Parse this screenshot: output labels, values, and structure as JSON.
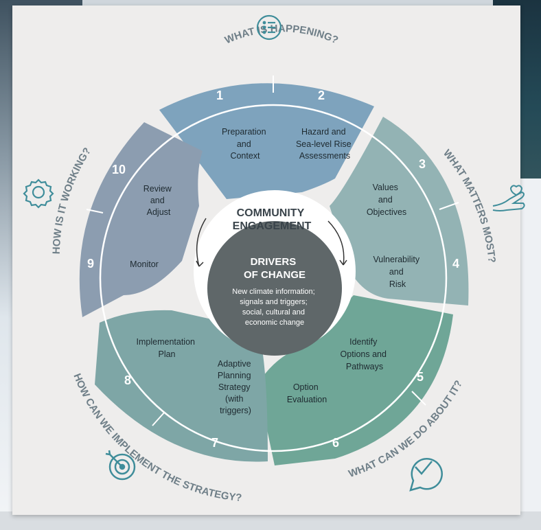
{
  "questions": {
    "happening": "WHAT IS HAPPENING?",
    "matters": "WHAT MATTERS MOST?",
    "do_about": "WHAT CAN WE DO ABOUT IT?",
    "implement": "HOW CAN WE IMPLEMENT THE STRATEGY?",
    "working": "HOW IS IT WORKING?"
  },
  "steps": {
    "s1": "1",
    "s2": "2",
    "s3": "3",
    "s4": "4",
    "s5": "5",
    "s6": "6",
    "s7": "7",
    "s8": "8",
    "s9": "9",
    "s10": "10"
  },
  "sections": {
    "prep": [
      "Preparation",
      "and",
      "Context"
    ],
    "hazard": [
      "Hazard and",
      "Sea-level Rise",
      "Assessments"
    ],
    "values": [
      "Values",
      "and",
      "Objectives"
    ],
    "vuln": [
      "Vulnerability",
      "and",
      "Risk"
    ],
    "identify": [
      "Identify",
      "Options and",
      "Pathways"
    ],
    "option_eval": [
      "Option",
      "Evaluation"
    ],
    "impl_plan": [
      "Implementation",
      "Plan"
    ],
    "adaptive": [
      "Adaptive",
      "Planning",
      "Strategy",
      "(with",
      "triggers)"
    ],
    "monitor": [
      "Monitor"
    ],
    "review": [
      "Review",
      "and",
      "Adjust"
    ]
  },
  "center": {
    "engagement": [
      "COMMUNITY",
      "ENGAGEMENT"
    ],
    "drivers_title": [
      "DRIVERS",
      "OF CHANGE"
    ],
    "drivers_text": [
      "New climate information;",
      "signals and triggers;",
      "social, cultural and",
      "economic change"
    ]
  },
  "icons": [
    "list-icon",
    "hand-icon",
    "chat-check-icon",
    "target-icon",
    "gear-icon"
  ],
  "colors": {
    "segment_blue": "#7ea3bd",
    "segment_teal": "#8fb0b3",
    "segment_green": "#6fa697",
    "segment_slate_teal": "#7ea6a6",
    "segment_grey": "#8c9db0",
    "drivers": "#5f6769",
    "icon_teal": "#3f8d9a"
  }
}
